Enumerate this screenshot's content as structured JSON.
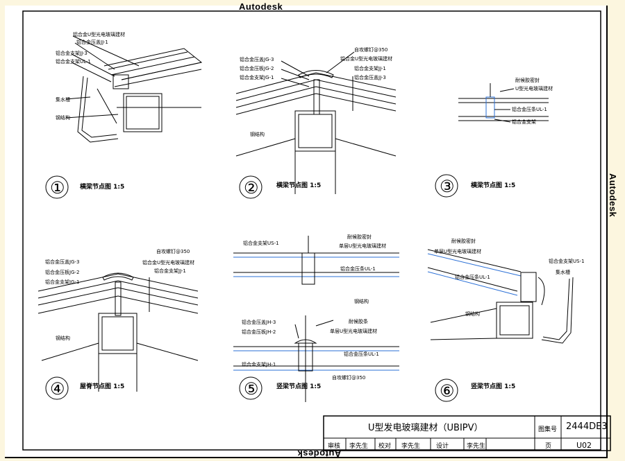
{
  "watermarks": {
    "top": "Autodesk",
    "right": "Autodesk",
    "bottom": "Autodesk"
  },
  "details": [
    {
      "no": "①",
      "caption": "横梁节点图 1:5",
      "labels": [
        "铝合金U型光电玻璃建材",
        "铝合金压盖JJ-1",
        "铝合金支架JJ-3",
        "铝合金支架UL-1",
        "集水槽",
        "钢结构"
      ]
    },
    {
      "no": "②",
      "caption": "横梁节点图 1:5",
      "labels": [
        "自攻螺钉@350",
        "铝合金压盖JG-3",
        "铝合金压板JG-2",
        "铝合金支架JG-1",
        "铝合金U型光电玻璃建材",
        "铝合金支架JJ-1",
        "铝合金压盖JJ-3",
        "钢结构"
      ]
    },
    {
      "no": "③",
      "caption": "横梁节点图 1:5",
      "labels": [
        "耐候胶密封",
        "U型光电玻璃建材",
        "铝合金压条UL-1",
        "铝合金支架"
      ]
    },
    {
      "no": "④",
      "caption": "屋脊节点图 1:5",
      "labels": [
        "自攻螺钉@350",
        "铝合金压盖JG-3",
        "铝合金压板JG-2",
        "铝合金支架JG-1",
        "铝合金U型光电玻璃建材",
        "铝合金支架JJ-1",
        "钢结构"
      ]
    },
    {
      "no": "⑤",
      "caption": "竖梁节点图 1:5",
      "labels": [
        "铝合金支架US-1",
        "耐候胶密封",
        "单层U型光电玻璃建材",
        "铝合金压条UL-1",
        "钢结构",
        "铝合金压盖JH-3",
        "铝合金压板JH-2",
        "耐候胶条",
        "单层U型光电玻璃建材",
        "铝合金压条UL-1",
        "铝合金支架JH-1",
        "自攻螺钉@350"
      ]
    },
    {
      "no": "⑥",
      "caption": "竖梁节点图 1:5",
      "labels": [
        "耐候胶密封",
        "单层U型光电玻璃建材",
        "铝合金支架US-1",
        "铝合金压条UL-1",
        "集水槽",
        "钢结构"
      ]
    }
  ],
  "title_block": {
    "title": "U型发电玻璃建材（UBIPV）",
    "atlas_label": "图集号",
    "atlas_no": "2444DE3",
    "review_label": "审核",
    "review_name": "李先生",
    "check_label": "校对",
    "check_name": "李先生",
    "design_label": "设计",
    "design_name": "李先生",
    "page_label": "页",
    "page_no": "U02"
  }
}
